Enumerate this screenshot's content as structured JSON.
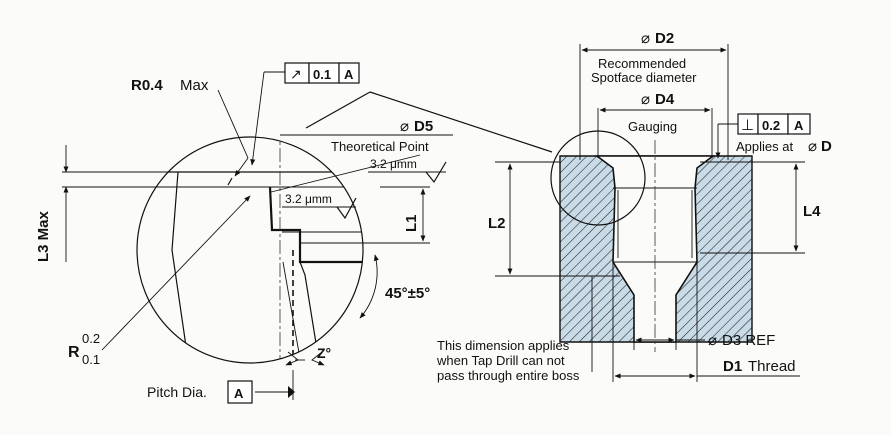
{
  "detail": {
    "r04_value": "R0.4",
    "r04_suffix": "Max",
    "runout_tolerance": "0.1",
    "runout_datum": "A",
    "d5_label": "D5",
    "theoretical_point": "Theoretical Point",
    "finish_upper": "3.2 μmm",
    "finish_lower": "3.2 μmm",
    "l1_label": "L1",
    "l3_label": "L3 Max",
    "angle_label": "45°±5°",
    "r_label": "R",
    "r_upper": "0.2",
    "r_lower": "0.1",
    "z_label": "Z°",
    "pitch_dia": "Pitch Dia.",
    "pitch_datum": "A"
  },
  "section": {
    "d2_label": "D2",
    "spotface_line1": "Recommended",
    "spotface_line2": "Spotface diameter",
    "d4_label": "D4",
    "gauging": "Gauging",
    "perp_tolerance": "0.2",
    "perp_datum": "A",
    "applies_at": "Applies at",
    "applies_d": "D",
    "l2_label": "L2",
    "l4_label": "L4",
    "d3_label": "D3 REF",
    "d1_label": "D1",
    "thread_label": "Thread",
    "note_line1": "This dimension applies",
    "note_line2": "when Tap Drill can not",
    "note_line3": "pass through entire boss"
  },
  "symbols": {
    "diameter": "⌀",
    "runout": "↗",
    "perpendicular": "⊥"
  },
  "colors": {
    "line": "#111111",
    "hatch_fill": "#c9dbe6",
    "background": "#fbfbf9"
  }
}
